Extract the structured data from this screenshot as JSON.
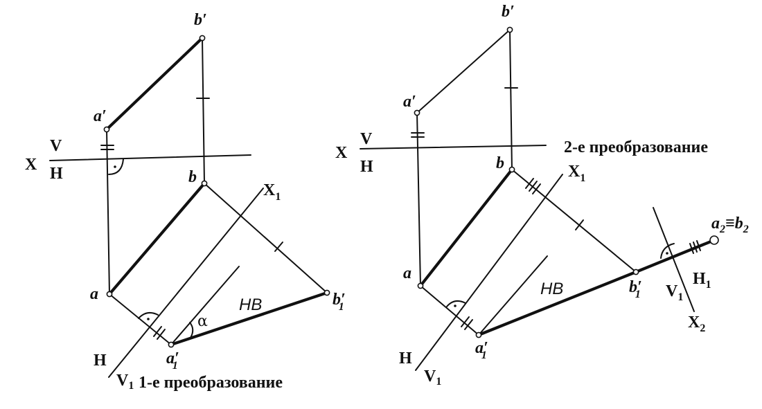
{
  "diagram": {
    "left": {
      "points": {
        "a_prime": "a′",
        "b_prime": "b′",
        "a": "a",
        "b": "b",
        "a1_prime": "a′",
        "a1_sub": "1",
        "b1_prime": "b′",
        "b1_sub": "1"
      },
      "axis": {
        "x": "X",
        "v": "V",
        "h": "H"
      },
      "new_axis": {
        "x1": "X",
        "x1_sub": "1",
        "h": "H",
        "v1": "V",
        "v1_sub": "1"
      },
      "angle_label": "α",
      "true_length_label": "HB",
      "caption": "1-е преобразование"
    },
    "right": {
      "points": {
        "a_prime": "a′",
        "b_prime": "b′",
        "a": "a",
        "b": "b",
        "a1_prime": "a′",
        "a1_sub": "1",
        "b1_prime": "b′",
        "b1_sub": "1",
        "ab2_a": "a",
        "ab2_a_sub": "2",
        "ab2_equiv": "≡",
        "ab2_b": "b",
        "ab2_b_sub": "2"
      },
      "axis": {
        "x": "X",
        "v": "V",
        "h": "H"
      },
      "new_axis": {
        "x1": "X",
        "x1_sub": "1",
        "h": "H",
        "v1": "V",
        "v1_sub": "1"
      },
      "axis2": {
        "v1": "V",
        "v1_sub": "1",
        "h1": "H",
        "h1_sub": "1",
        "x2": "X",
        "x2_sub": "2"
      },
      "true_length_label": "HB",
      "caption": "2-е преобразование"
    }
  }
}
